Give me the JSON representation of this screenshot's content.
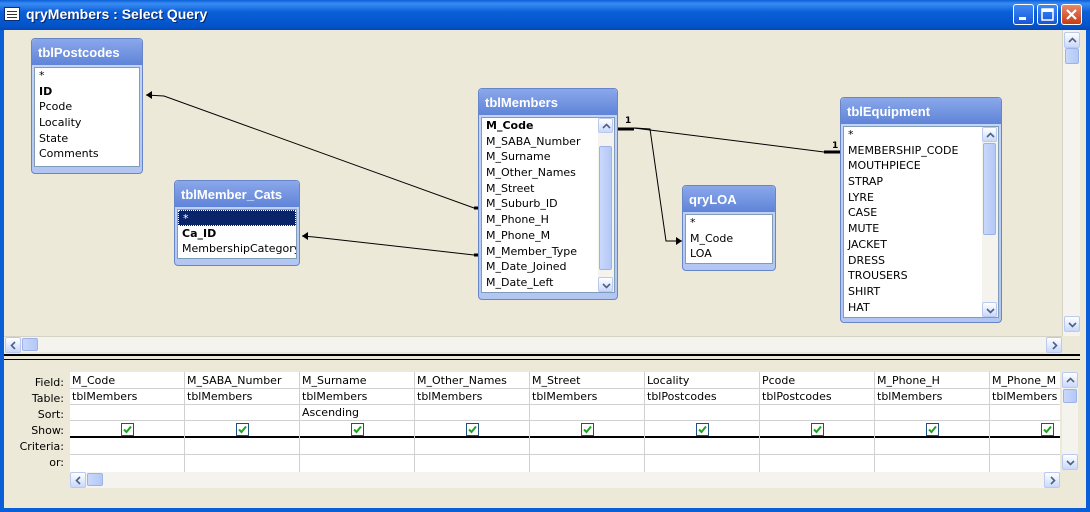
{
  "window": {
    "title": "qryMembers : Select Query"
  },
  "tables": {
    "postcodes": {
      "name": "tblPostcodes",
      "fields": [
        "*",
        "ID",
        "Pcode",
        "Locality",
        "State",
        "Comments"
      ]
    },
    "member_cats": {
      "name": "tblMember_Cats",
      "fields": [
        "*",
        "Ca_ID",
        "MembershipCategory"
      ]
    },
    "members": {
      "name": "tblMembers",
      "fields": [
        "M_Code",
        "M_SABA_Number",
        "M_Surname",
        "M_Other_Names",
        "M_Street",
        "M_Suburb_ID",
        "M_Phone_H",
        "M_Phone_M",
        "M_Member_Type",
        "M_Date_Joined",
        "M_Date_Left"
      ]
    },
    "loa": {
      "name": "qryLOA",
      "fields": [
        "*",
        "M_Code",
        "LOA"
      ]
    },
    "equipment": {
      "name": "tblEquipment",
      "fields": [
        "*",
        "MEMBERSHIP_CODE",
        "MOUTHPIECE",
        "STRAP",
        "LYRE",
        "CASE",
        "MUTE",
        "JACKET",
        "DRESS",
        "TROUSERS",
        "SHIRT",
        "HAT"
      ]
    }
  },
  "relationships": {
    "one_label": "1",
    "many_label": "1"
  },
  "grid": {
    "row_labels": {
      "field": "Field:",
      "table": "Table:",
      "sort": "Sort:",
      "show": "Show:",
      "criteria": "Criteria:",
      "or": "or:"
    },
    "columns": [
      {
        "field": "M_Code",
        "table": "tblMembers",
        "sort": "",
        "show": true
      },
      {
        "field": "M_SABA_Number",
        "table": "tblMembers",
        "sort": "",
        "show": true
      },
      {
        "field": "M_Surname",
        "table": "tblMembers",
        "sort": "Ascending",
        "show": true
      },
      {
        "field": "M_Other_Names",
        "table": "tblMembers",
        "sort": "",
        "show": true
      },
      {
        "field": "M_Street",
        "table": "tblMembers",
        "sort": "",
        "show": true
      },
      {
        "field": "Locality",
        "table": "tblPostcodes",
        "sort": "",
        "show": true
      },
      {
        "field": "Pcode",
        "table": "tblPostcodes",
        "sort": "",
        "show": true
      },
      {
        "field": "M_Phone_H",
        "table": "tblMembers",
        "sort": "",
        "show": true
      },
      {
        "field": "M_Phone_M",
        "table": "tblMembers",
        "sort": "",
        "show": true
      }
    ]
  },
  "colors": {
    "title_bar": "#0a5fd8",
    "field_list_header": "#6f8fdc",
    "selection": "#0a246a",
    "checkbox_check": "#21a121"
  }
}
